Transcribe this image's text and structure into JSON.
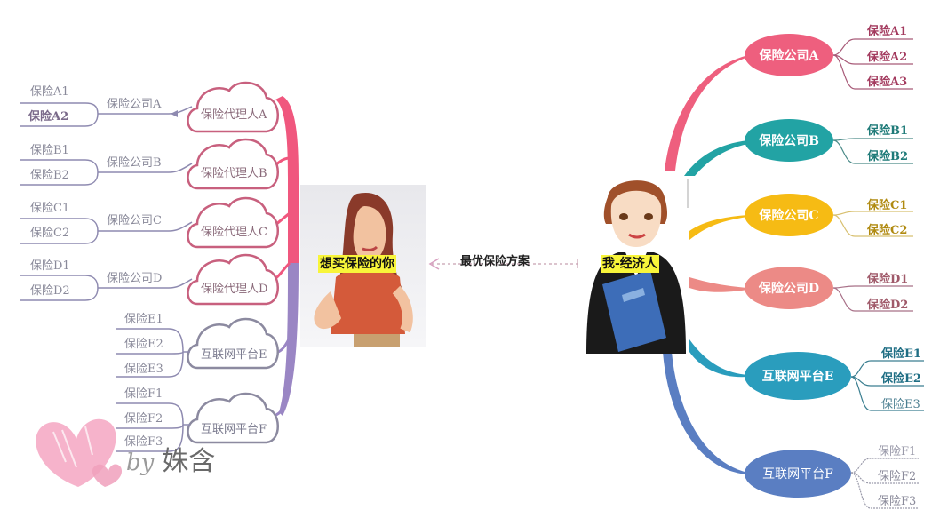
{
  "center": {
    "buyer_label": "想买保险的你",
    "broker_label": "我-经济人",
    "link_label": "最优保险方案"
  },
  "left": {
    "branches": [
      {
        "agent": "保险代理人A",
        "company": "保险公司A",
        "products": [
          "保险A1",
          "保险A2"
        ]
      },
      {
        "agent": "保险代理人B",
        "company": "保险公司B",
        "products": [
          "保险B1",
          "保险B2"
        ]
      },
      {
        "agent": "保险代理人C",
        "company": "保险公司C",
        "products": [
          "保险C1",
          "保险C2"
        ]
      },
      {
        "agent": "保险代理人D",
        "company": "保险公司D",
        "products": [
          "保险D1",
          "保险D2"
        ]
      }
    ],
    "platforms": [
      {
        "name": "互联网平台E",
        "products": [
          "保险E1",
          "保险E2",
          "保险E3"
        ]
      },
      {
        "name": "互联网平台F",
        "products": [
          "保险F1",
          "保险F2",
          "保险F3"
        ]
      }
    ]
  },
  "right": {
    "nodes": [
      {
        "name": "保险公司A",
        "color": "#ee5f7e",
        "products": [
          "保险A1",
          "保险A2",
          "保险A3"
        ],
        "text_color": "#a33a5e"
      },
      {
        "name": "保险公司B",
        "color": "#22a3a4",
        "products": [
          "保险B1",
          "保险B2"
        ],
        "text_color": "#1e7a78"
      },
      {
        "name": "保险公司C",
        "color": "#f6bb14",
        "products": [
          "保险C1",
          "保险C2"
        ],
        "text_color": "#b08a10"
      },
      {
        "name": "保险公司D",
        "color": "#ec8a86",
        "products": [
          "保险D1",
          "保险D2"
        ],
        "text_color": "#a05a6a"
      },
      {
        "name": "互联网平台E",
        "color": "#2a9dbd",
        "products": [
          "保险E1",
          "保险E2",
          "保险E3"
        ],
        "text_color": "#1f6e84"
      },
      {
        "name": "互联网平台F",
        "color": "#5a7ec2",
        "products": [
          "保险F1",
          "保险F2",
          "保险F3"
        ],
        "text_color": "#7a7a8a"
      }
    ]
  },
  "signature": {
    "by": "by",
    "name": "姝含"
  },
  "colors": {
    "left_trunk_top": "#f0577e",
    "left_trunk_bottom": "#9a86c4",
    "cloud_stroke_pink": "#c8607e",
    "cloud_stroke_gray": "#8c8aa0",
    "leaf_line": "#8e8ab0",
    "highlight": "#f8f53a"
  }
}
